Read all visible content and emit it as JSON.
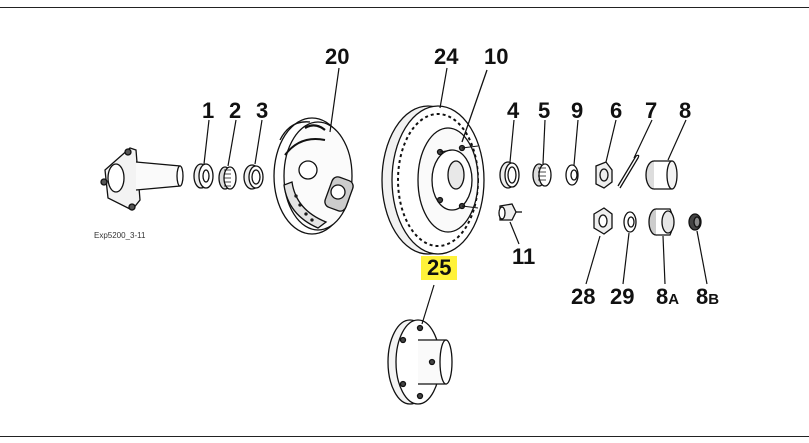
{
  "figure_caption": "Exp5200_3-11",
  "callouts": {
    "c1": "1",
    "c2": "2",
    "c3": "3",
    "c4": "4",
    "c5": "5",
    "c6": "6",
    "c7": "7",
    "c8": "8",
    "c9": "9",
    "c10": "10",
    "c11": "11",
    "c20": "20",
    "c24": "24",
    "c25": "25",
    "c28": "28",
    "c29": "29",
    "c8a_num": "8",
    "c8a_sub": "A",
    "c8b_num": "8",
    "c8b_sub": "B"
  },
  "highlight_color": "#fff23a"
}
